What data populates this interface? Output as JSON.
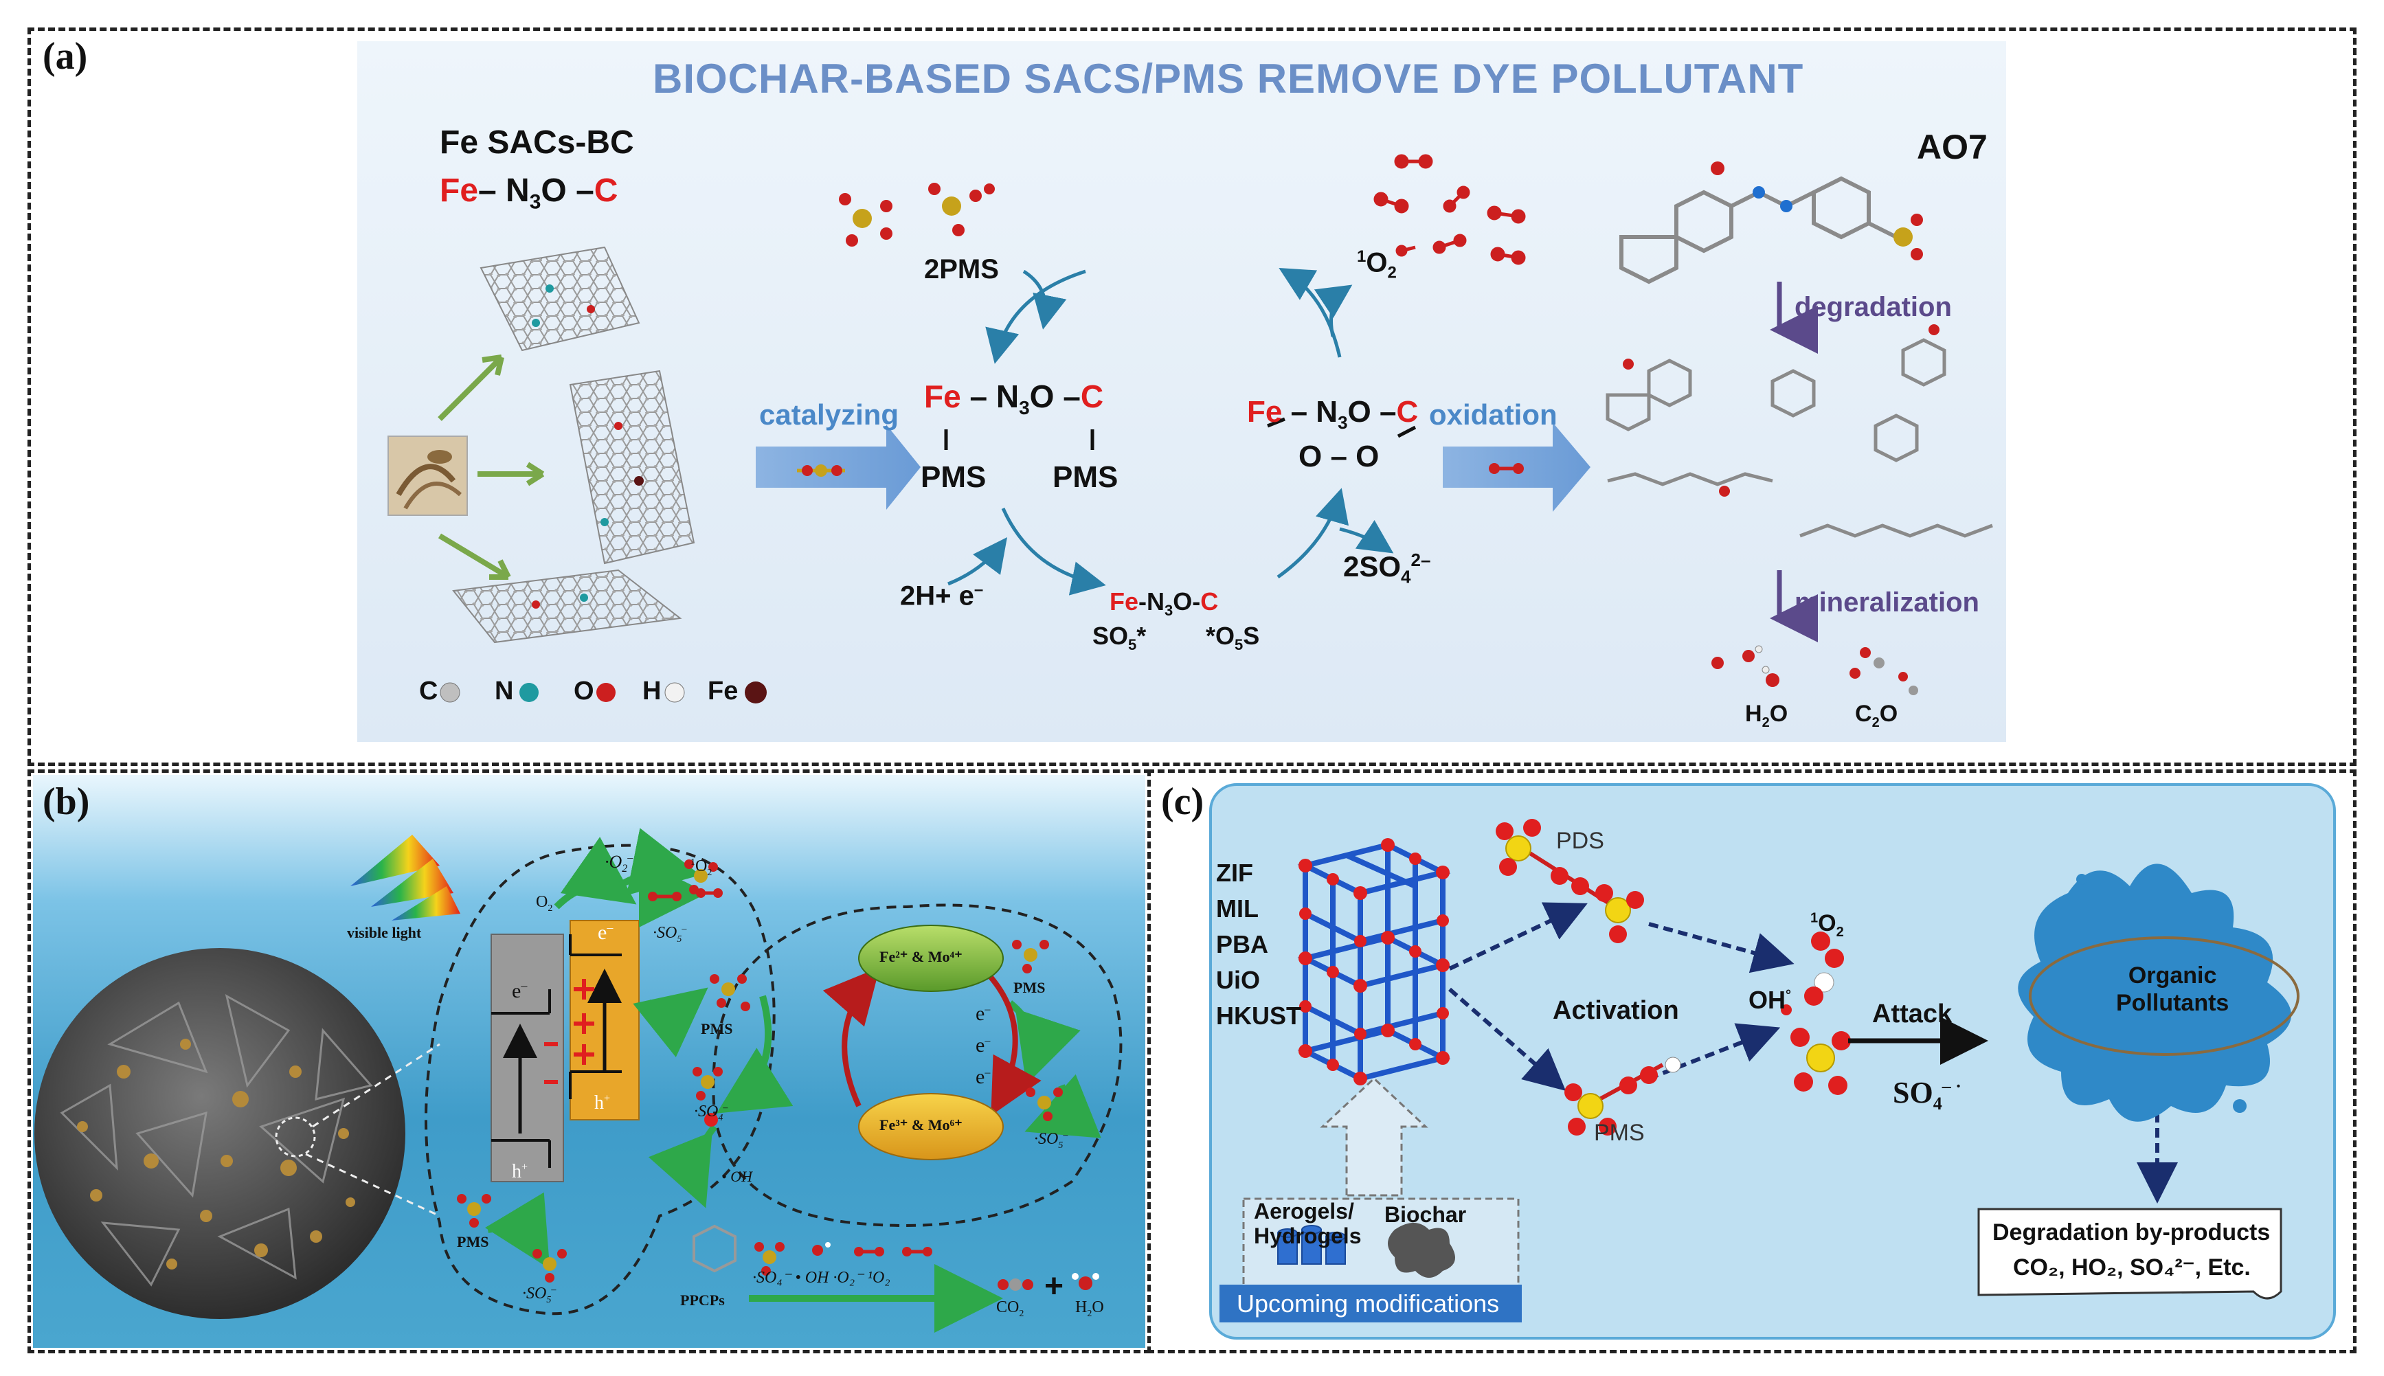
{
  "panel_a": {
    "label": "(a)",
    "title": "BIOCHAR-BASED SACS/PMS REMOVE DYE POLLUTANT",
    "catalyst_name": "Fe SACs-BC",
    "catalyst_fe": "Fe",
    "catalyst_mid": "– N",
    "catalyst_sub3": "3",
    "catalyst_o": "O –",
    "catalyst_c": "C",
    "legend": [
      {
        "label": "C",
        "color": "#bfbfbf"
      },
      {
        "label": "N",
        "color": "#1f9aa0"
      },
      {
        "label": "O",
        "color": "#cc1f1f"
      },
      {
        "label": "H",
        "color": "#f2f2f2"
      },
      {
        "label": "Fe",
        "color": "#5a1414"
      }
    ],
    "catalyzing": "catalyzing",
    "two_pms": "2PMS",
    "singlet_o2_sup": "1",
    "singlet_o2": "O",
    "singlet_o2_sub": "2",
    "center_fe": "Fe",
    "center_n3o": "N",
    "center_sub3": "3",
    "center_o": "O –",
    "center_c": "C",
    "pms_left": "PMS",
    "pms_right": "PMS",
    "h_e": "2H",
    "h_e_rest": "+ e",
    "int_fe": "Fe",
    "int_rest": "-N",
    "int_sub3": "3",
    "int_o": "O-",
    "int_c": "C",
    "int_so5_left": "SO",
    "int_so5_right": "*O",
    "int_sub5": "5",
    "int_s": "S",
    "so4": "2SO",
    "so4_sub": "4",
    "so4_sup": "2–",
    "ox_fe": "Fe",
    "ox_mid": "N",
    "ox_sub3": "3",
    "ox_o": "O –",
    "ox_c": "C",
    "ox_bottom": "O – O",
    "oxidation": "oxidation",
    "ao7": "AO7",
    "degradation": "degradation",
    "mineralization": "mineralization",
    "h2o": "H",
    "h2o_sub": "2",
    "h2o_o": "O",
    "c2o": "C",
    "c2o_sub": "2",
    "c2o_o": "O"
  },
  "panel_b": {
    "label": "(b)",
    "visible_light": "visible light",
    "o2": "O",
    "o2_sub": "2",
    "o2_radical": "·O",
    "o2_radical_sub": "2",
    "o2_radical_sup": "–",
    "singlet": "O",
    "singlet_sup": "1",
    "singlet_sub": "2",
    "so5_radical": "·SO",
    "so5_sub": "5",
    "so5_sup": "–",
    "e_minus": "e",
    "e_sup": "–",
    "h_plus": "h",
    "h_sup": "+",
    "pms": "PMS",
    "so4_radical": "·SO",
    "so4_sub": "4",
    "so4_sup": "–",
    "oh_radical": "• OH",
    "fe_mo_top": "Fe²⁺ & Mo⁴⁺",
    "fe_mo_bottom": "Fe³⁺ & Mo⁶⁺",
    "ppcps": "PPCPs",
    "species_line": "·SO₄⁻ • OH  ·O₂⁻ ¹O₂",
    "co2": "CO",
    "co2_sub": "2",
    "plus": "+",
    "h2o": "H",
    "h2o_sub": "2",
    "h2o_o": "O"
  },
  "panel_c": {
    "label": "(c)",
    "mofs": [
      "ZIF",
      "MIL",
      "PBA",
      "UiO",
      "HKUST"
    ],
    "pds": "PDS",
    "pms": "PMS",
    "activation": "Activation",
    "oh": "OH",
    "oh_sup": "°",
    "singlet_sup": "1",
    "singlet": "O",
    "singlet_sub": "2",
    "attack": "Attack",
    "so4": "SO",
    "so4_sub": "4",
    "so4_sup": "– ·",
    "organic1": "Organic",
    "organic2": "Pollutants",
    "aerogels1": "Aerogels/",
    "aerogels2": "Hydrogels",
    "biochar": "Biochar",
    "upcoming": "Upcoming modifications",
    "byproducts_title": "Degradation by-products",
    "byproducts_list": "CO₂, HO₂, SO₄²⁻, Etc."
  }
}
